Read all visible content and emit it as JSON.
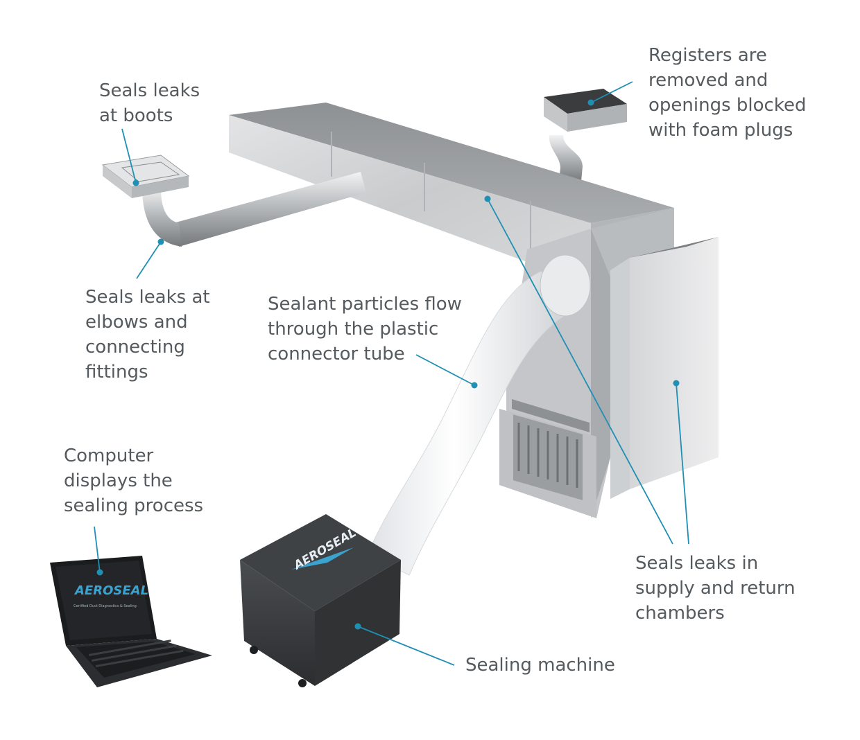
{
  "labels": {
    "boots": "Seals leaks\nat boots",
    "registers": "Registers are\nremoved and\nopenings blocked\nwith foam plugs",
    "elbows": "Seals leaks at\nelbows and\nconnecting\nfittings",
    "particles": "Sealant particles flow\nthrough the plastic\nconnector tube",
    "computer": "Computer\ndisplays the\nsealing process",
    "chambers": "Seals leaks in\nsupply and return\nchambers",
    "machine": "Sealing machine"
  },
  "brand": {
    "machine_logo": "AEROSEAL",
    "laptop_logo": "AEROSEAL",
    "laptop_tagline": "Certified Duct Diagnostics & Sealing"
  },
  "colors": {
    "leader": "#1f8fb3",
    "label_text": "#555a5e",
    "brand_blue": "#3ba3d0"
  }
}
